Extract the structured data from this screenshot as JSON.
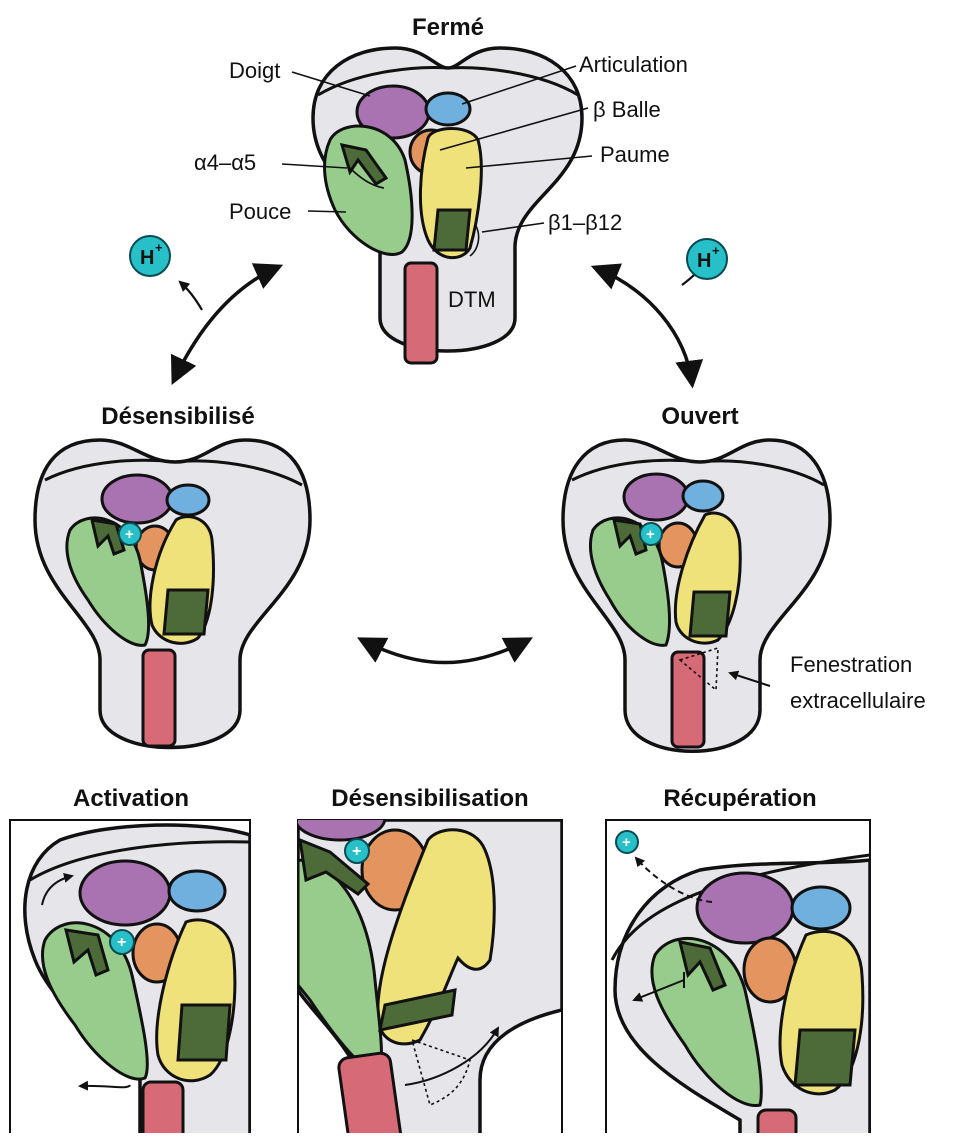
{
  "colors": {
    "finger": "#a873b0",
    "knuckle": "#6fb0df",
    "ball": "#e4955f",
    "palm": "#f0e27a",
    "thumb": "#98cc8c",
    "tm": "#d66a76",
    "proton": "#27c0c8",
    "helix": "#4d6b39"
  },
  "states": {
    "closed": "Fermé",
    "desensitized": "Désensibilisé",
    "open": "Ouvert"
  },
  "labels": {
    "finger": "Doigt",
    "knuckle": "Articulation",
    "ball": "β Balle",
    "palm": "Paume",
    "helices": "α4–α5",
    "thumb": "Pouce",
    "strands": "β1–β12",
    "tm": "DTM",
    "proton": "H",
    "proton_charge": "+",
    "fenestration_1": "Fenestration",
    "fenestration_2": "extracellulaire"
  },
  "panels": {
    "activation": "Activation",
    "desensitization": "Désensibilisation",
    "recovery": "Récupération"
  }
}
